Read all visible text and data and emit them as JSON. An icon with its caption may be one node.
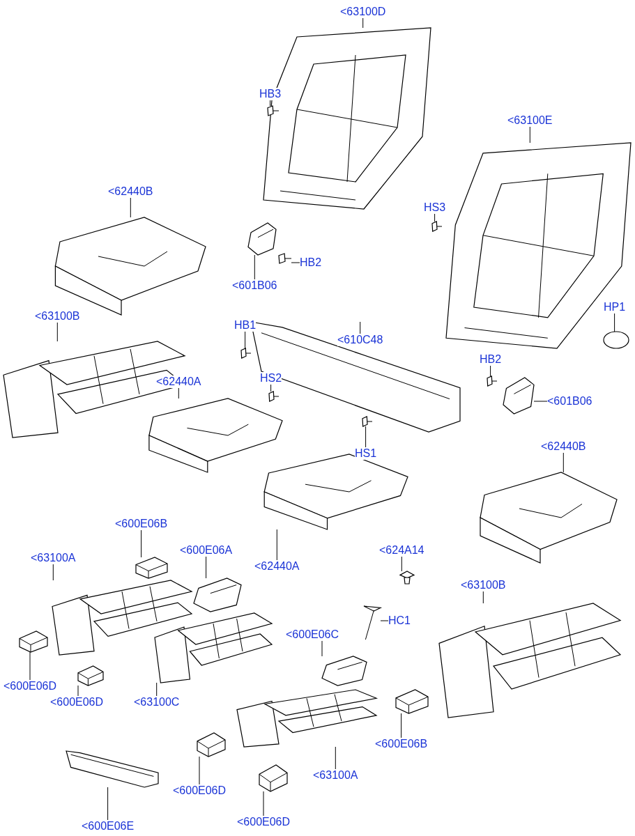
{
  "diagram": {
    "nodes": [
      {
        "text": [
          "<63100D"
        ]
      },
      {
        "text": [],
        "shape": "picture"
      },
      {
        "text": [
          "HB3"
        ]
      },
      {
        "text": [],
        "shape": "picture"
      },
      {
        "text": [
          "<63100E"
        ]
      },
      {
        "text": [],
        "shape": "picture"
      },
      {
        "text": [
          "<62440B"
        ]
      },
      {
        "text": [],
        "shape": "picture"
      },
      {
        "text": [
          "HS3"
        ]
      },
      {
        "text": [],
        "shape": "picture"
      },
      {
        "text": [
          "HB2"
        ]
      },
      {
        "text": [],
        "shape": "picture"
      },
      {
        "text": [
          "<601B06"
        ]
      },
      {
        "text": [],
        "shape": "picture"
      },
      {
        "text": [
          "HP1"
        ]
      },
      {
        "text": [],
        "shape": "circle"
      },
      {
        "text": [
          "<63100B"
        ]
      },
      {
        "text": [],
        "shape": "picture"
      },
      {
        "text": [
          "HB1"
        ]
      },
      {
        "text": [],
        "shape": "picture"
      },
      {
        "text": [
          "<610C48"
        ]
      },
      {
        "text": [],
        "shape": "picture"
      },
      {
        "text": [
          "HB2"
        ]
      },
      {
        "text": [],
        "shape": "picture"
      },
      {
        "text": [
          "<62440A"
        ]
      },
      {
        "text": [],
        "shape": "picture"
      },
      {
        "text": [
          "HS2"
        ]
      },
      {
        "text": [],
        "shape": "picture"
      },
      {
        "text": [
          "<601B06"
        ]
      },
      {
        "text": [],
        "shape": "picture"
      },
      {
        "text": [
          "<62440B"
        ]
      },
      {
        "text": [],
        "shape": "picture"
      },
      {
        "text": [
          "HS1"
        ]
      },
      {
        "text": [],
        "shape": "picture"
      },
      {
        "text": [
          "<62440A"
        ]
      },
      {
        "text": [],
        "shape": "picture"
      },
      {
        "text": [
          "<600E06B"
        ]
      },
      {
        "text": [],
        "shape": "picture"
      },
      {
        "text": [
          "<624A14"
        ]
      },
      {
        "text": [],
        "shape": "picture"
      },
      {
        "text": [
          "<63100A"
        ]
      },
      {
        "text": [],
        "shape": "picture"
      },
      {
        "text": [
          "<600E06A"
        ]
      },
      {
        "text": [],
        "shape": "picture"
      },
      {
        "text": [
          "<63100B"
        ]
      },
      {
        "text": [],
        "shape": "picture"
      },
      {
        "text": [
          "HC1"
        ]
      },
      {
        "text": [],
        "shape": "picture"
      },
      {
        "text": [
          "<600E06C"
        ]
      },
      {
        "text": [],
        "shape": "picture"
      },
      {
        "text": [
          "<600E06D"
        ]
      },
      {
        "text": [],
        "shape": "picture"
      },
      {
        "text": [
          "<600E06D"
        ]
      },
      {
        "text": [],
        "shape": "picture"
      },
      {
        "text": [
          "<63100C"
        ]
      },
      {
        "text": [],
        "shape": "picture"
      },
      {
        "text": [
          "<600E06B"
        ]
      },
      {
        "text": [],
        "shape": "picture"
      },
      {
        "text": [
          "<63100A"
        ]
      },
      {
        "text": [],
        "shape": "picture"
      },
      {
        "text": [
          "<600E06D"
        ]
      },
      {
        "text": [],
        "shape": "picture"
      },
      {
        "text": [
          "<600E06E"
        ]
      },
      {
        "text": [],
        "shape": "picture"
      },
      {
        "text": [
          "<600E06D"
        ]
      },
      {
        "text": [],
        "shape": "picture"
      }
    ],
    "edges": [
      {
        "from": 0,
        "to": 1,
        "arrow": "none"
      },
      {
        "from": 2,
        "to": 3,
        "arrow": "none"
      },
      {
        "from": 4,
        "to": 5,
        "arrow": "none"
      },
      {
        "from": 6,
        "to": 7,
        "arrow": "none"
      },
      {
        "from": 8,
        "to": 9,
        "arrow": "none"
      },
      {
        "from": 10,
        "to": 11,
        "arrow": "none"
      },
      {
        "from": 12,
        "to": 13,
        "arrow": "none"
      },
      {
        "from": 14,
        "to": 15,
        "arrow": "none"
      },
      {
        "from": 16,
        "to": 17,
        "arrow": "none"
      },
      {
        "from": 18,
        "to": 19,
        "arrow": "none"
      },
      {
        "from": 20,
        "to": 21,
        "arrow": "none"
      },
      {
        "from": 22,
        "to": 23,
        "arrow": "none"
      },
      {
        "from": 24,
        "to": 25,
        "arrow": "none"
      },
      {
        "from": 26,
        "to": 27,
        "arrow": "none"
      },
      {
        "from": 28,
        "to": 29,
        "arrow": "none"
      },
      {
        "from": 30,
        "to": 31,
        "arrow": "none"
      },
      {
        "from": 32,
        "to": 33,
        "arrow": "none"
      },
      {
        "from": 34,
        "to": 35,
        "arrow": "none"
      },
      {
        "from": 36,
        "to": 37,
        "arrow": "none"
      },
      {
        "from": 38,
        "to": 39,
        "arrow": "none"
      },
      {
        "from": 40,
        "to": 41,
        "arrow": "none"
      },
      {
        "from": 42,
        "to": 43,
        "arrow": "none"
      },
      {
        "from": 44,
        "to": 45,
        "arrow": "none"
      },
      {
        "from": 46,
        "to": 47,
        "arrow": "none"
      },
      {
        "from": 48,
        "to": 49,
        "arrow": "none"
      },
      {
        "from": 50,
        "to": 51,
        "arrow": "none"
      },
      {
        "from": 52,
        "to": 53,
        "arrow": "none"
      },
      {
        "from": 54,
        "to": 55,
        "arrow": "none"
      },
      {
        "from": 56,
        "to": 57,
        "arrow": "none"
      },
      {
        "from": 58,
        "to": 59,
        "arrow": "none"
      },
      {
        "from": 60,
        "to": 61,
        "arrow": "none"
      },
      {
        "from": 62,
        "to": 63,
        "arrow": "none"
      },
      {
        "from": 64,
        "to": 65,
        "arrow": "none"
      }
    ]
  }
}
